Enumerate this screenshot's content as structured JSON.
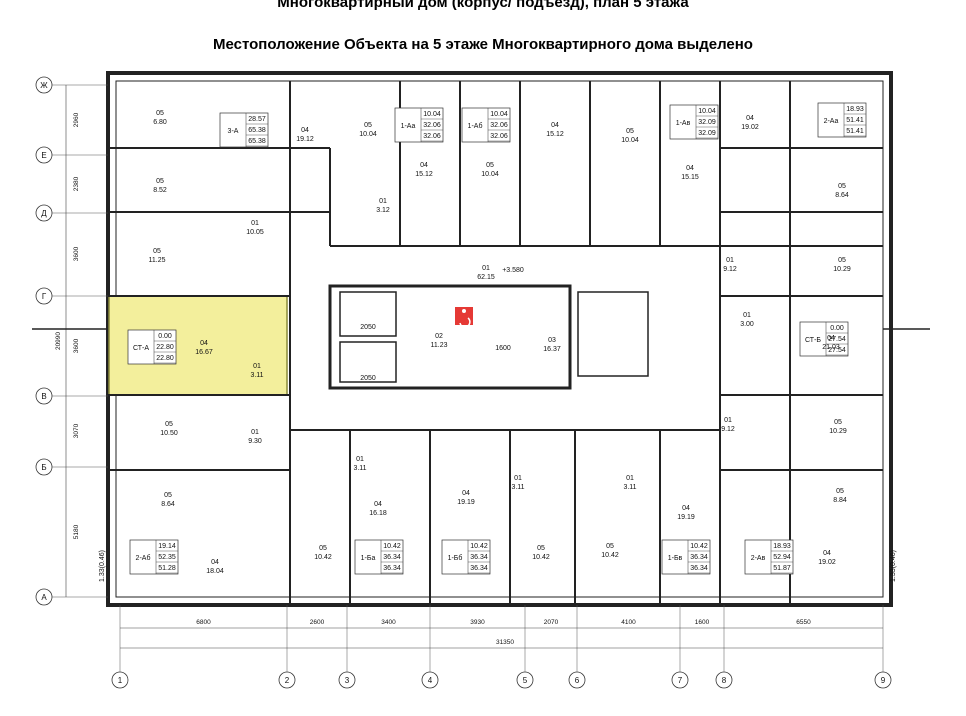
{
  "titles": {
    "header": "Многоквартирный дом (корпус/ подъезд), план 5 этажа",
    "subtitle": "Местоположение Объекта на 5 этаже Многоквартирного дома выделено"
  },
  "highlight_color": "#f3ef9c",
  "grid_rows": [
    "Ж",
    "Е",
    "Д",
    "Г",
    "В",
    "Б",
    "А"
  ],
  "grid_cols": [
    "1",
    "2",
    "3",
    "4",
    "5",
    "6",
    "7",
    "8",
    "9"
  ],
  "row_dims": [
    "2960",
    "2380",
    "3600",
    "3600",
    "3070",
    "5180"
  ],
  "overall_height": "20990",
  "col_dims": [
    "6800",
    "2600",
    "3400",
    "3930",
    "2070",
    "4100",
    "1600",
    "6550"
  ],
  "overall_width": "31350",
  "apartment_tags": [
    {
      "name": "3-А",
      "v": [
        "28.57",
        "65.38",
        "65.38"
      ]
    },
    {
      "name": "1-Аа",
      "v": [
        "10.04",
        "32.06",
        "32.06"
      ]
    },
    {
      "name": "1-Аб",
      "v": [
        "10.04",
        "32.06",
        "32.06"
      ]
    },
    {
      "name": "1-Ав",
      "v": [
        "10.04",
        "32.09",
        "32.09"
      ]
    },
    {
      "name": "2-Аа",
      "v": [
        "18.93",
        "51.41",
        "51.41"
      ]
    },
    {
      "name": "СТ-А",
      "v": [
        "0.00",
        "22.80",
        "22.80"
      ]
    },
    {
      "name": "СТ-Б",
      "v": [
        "0.00",
        "27.54",
        "27.54"
      ]
    },
    {
      "name": "2-Аб",
      "v": [
        "19.14",
        "52.35",
        "51.28"
      ]
    },
    {
      "name": "1-Ба",
      "v": [
        "10.42",
        "36.34",
        "36.34"
      ]
    },
    {
      "name": "1-Бб",
      "v": [
        "10.42",
        "36.34",
        "36.34"
      ]
    },
    {
      "name": "1-Бв",
      "v": [
        "10.42",
        "36.34",
        "36.34"
      ]
    },
    {
      "name": "2-Ав",
      "v": [
        "18.93",
        "52.94",
        "51.87"
      ]
    }
  ],
  "rooms": [
    {
      "n": "05",
      "a": "6.80"
    },
    {
      "n": "04",
      "a": "19.12"
    },
    {
      "n": "05",
      "a": "10.04"
    },
    {
      "n": "04",
      "a": "15.12"
    },
    {
      "n": "05",
      "a": "10.04"
    },
    {
      "n": "04",
      "a": "15.12"
    },
    {
      "n": "05",
      "a": "10.04"
    },
    {
      "n": "04",
      "a": "15.15"
    },
    {
      "n": "04",
      "a": "19.02"
    },
    {
      "n": "05",
      "a": "8.52"
    },
    {
      "n": "01",
      "a": "10.05"
    },
    {
      "n": "01",
      "a": "3.12"
    },
    {
      "n": "05",
      "a": "11.25"
    },
    {
      "n": "01",
      "a": "62.15"
    },
    {
      "n": "01",
      "a": "9.12"
    },
    {
      "n": "05",
      "a": "10.29"
    },
    {
      "n": "05",
      "a": "8.64"
    },
    {
      "n": "04",
      "a": "16.67"
    },
    {
      "n": "01",
      "a": "3.11"
    },
    {
      "n": "02",
      "a": "11.23"
    },
    {
      "n": "03",
      "a": "16.37"
    },
    {
      "n": "01",
      "a": "3.00"
    },
    {
      "n": "04",
      "a": "21.03"
    },
    {
      "n": "05",
      "a": "10.50"
    },
    {
      "n": "01",
      "a": "9.30"
    },
    {
      "n": "01",
      "a": "9.12"
    },
    {
      "n": "05",
      "a": "10.29"
    },
    {
      "n": "01",
      "a": "3.11"
    },
    {
      "n": "04",
      "a": "16.18"
    },
    {
      "n": "04",
      "a": "19.19"
    },
    {
      "n": "01",
      "a": "3.11"
    },
    {
      "n": "01",
      "a": "3.11"
    },
    {
      "n": "04",
      "a": "19.19"
    },
    {
      "n": "05",
      "a": "8.64"
    },
    {
      "n": "05",
      "a": "10.42"
    },
    {
      "n": "05",
      "a": "10.42"
    },
    {
      "n": "05",
      "a": "10.42"
    },
    {
      "n": "04",
      "a": "18.04"
    },
    {
      "n": "04",
      "a": "19.02"
    },
    {
      "n": "05",
      "a": "8.84"
    }
  ],
  "level_mark": "+3.580",
  "elevator_dims": [
    "2050",
    "2050"
  ],
  "small_dim": "1600",
  "side_tags": [
    "1.33(0.46)",
    "1.33(0.46)"
  ]
}
